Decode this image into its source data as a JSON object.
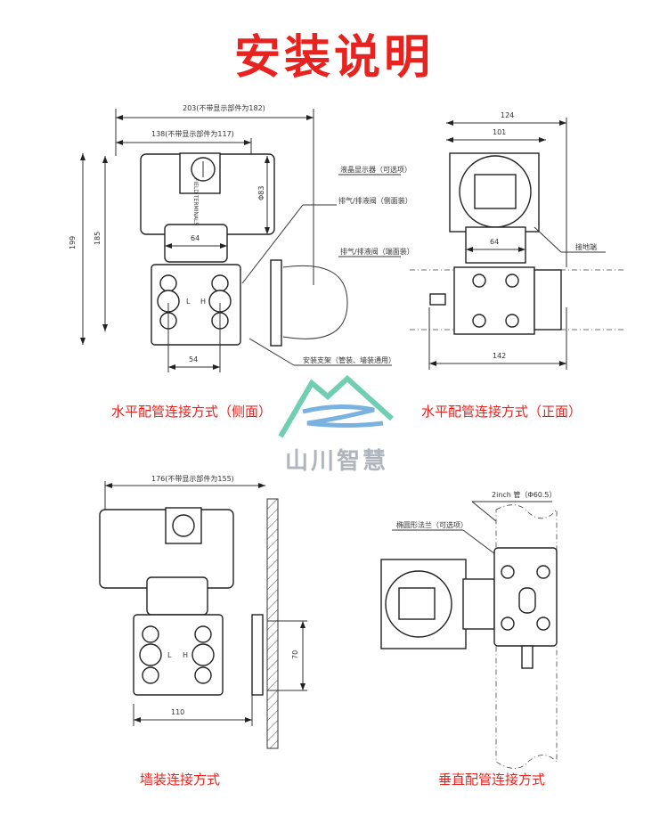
{
  "title": "安装说明",
  "watermark": "山川智慧",
  "views": {
    "side": {
      "caption": "水平配管连接方式（侧面）",
      "dim_total": "203(不带显示部件为182)",
      "dim_body": "138(不带显示部件为117)",
      "dim_height_total": "199",
      "dim_height": "185",
      "dim_dia": "Φ83",
      "dim_neck": "64",
      "dim_flange": "54",
      "port_l": "L",
      "port_h": "H",
      "terminal_label": "FIELD TERMINALS",
      "label_lcd": "液晶显示器（可选项）",
      "label_vent_side": "排气/排液阀（侧面装）",
      "label_vent_end": "排气/排液阀（端面装）",
      "label_bracket": "安装支架（管装、墙装通用）"
    },
    "front": {
      "caption": "水平配管连接方式（正面）",
      "dim_total": "124",
      "dim_body": "101",
      "dim_neck": "64",
      "dim_bottom": "142",
      "label_ground": "接地端"
    },
    "wall": {
      "caption": "墙装连接方式",
      "dim_total": "176(不带显示部件为155)",
      "dim_flange": "110",
      "dim_bolt": "70",
      "port_l": "L",
      "port_h": "H"
    },
    "vertical": {
      "caption": "垂直配管连接方式",
      "label_pipe": "2inch 管（Φ60.5）",
      "label_flange": "椭圆形法兰（可选项）"
    }
  },
  "colors": {
    "accent": "#e8231f",
    "line": "#333333"
  }
}
